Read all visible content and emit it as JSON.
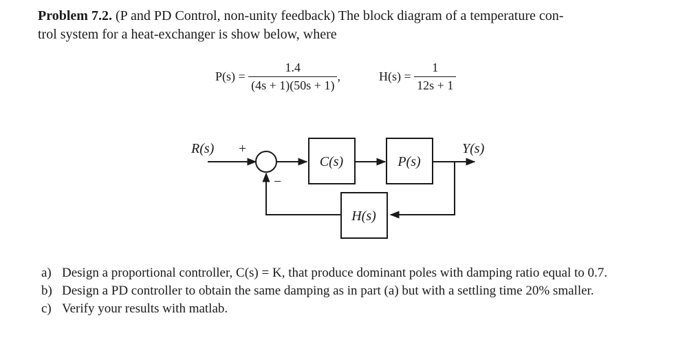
{
  "problem": {
    "number_label": "Problem 7.2.",
    "intro_line1": " (P and PD Control, non-unity feedback) The block diagram of a temperature con-",
    "intro_line2": "trol system for a heat-exchanger is show below, where"
  },
  "equations": {
    "P_lhs": "P(s) =",
    "P_num": "1.4",
    "P_den": "(4s + 1)(50s + 1)",
    "P_sep": ",",
    "H_lhs": "H(s) =",
    "H_num": "1",
    "H_den": "12s + 1"
  },
  "diagram": {
    "input_label": "R(s)",
    "plus_sign": "+",
    "minus_sign": "−",
    "controller_block": "C(s)",
    "plant_block": "P(s)",
    "feedback_block": "H(s)",
    "output_label": "Y(s)"
  },
  "questions": [
    {
      "label": "a)",
      "text": "Design a proportional controller, C(s) = K, that produce dominant poles with damping ratio equal to 0.7."
    },
    {
      "label": "b)",
      "text": "Design a PD controller to obtain the same damping as in part (a) but with a settling time 20% smaller."
    },
    {
      "label": "c)",
      "text": "Verify your results with matlab."
    }
  ]
}
